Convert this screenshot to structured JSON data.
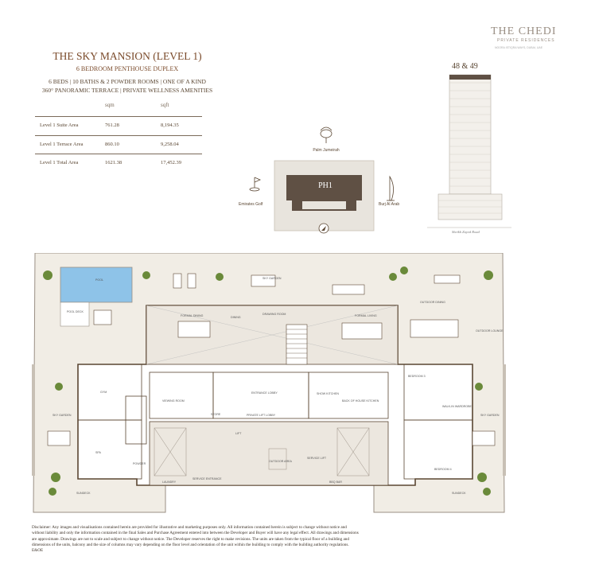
{
  "brand": {
    "name": "THE CHEDI",
    "subtitle": "PRIVATE RESIDENCES",
    "address": "NOORA ISTIQRA WAYS, DUBAI, UAE"
  },
  "heading": {
    "title": "THE SKY MANSION (LEVEL 1)",
    "subtitle": "6 BEDROOM PENTHOUSE DUPLEX",
    "features_line1": "6 BEDS  |  10 BATHS & 2 POWDER ROOMS  |  ONE OF A KIND",
    "features_line2": "360° PANORAMIC TERRACE  |  PRIVATE WELLNESS AMENITIES"
  },
  "area_table": {
    "col_sqm": "sqm",
    "col_sqft": "sqft",
    "rows": [
      {
        "label": "Level 1  Suite Area",
        "sqm": "761.28",
        "sqft": "8,194.35"
      },
      {
        "label": "Level 1  Terrace Area",
        "sqm": "860.10",
        "sqft": "9,258.04"
      },
      {
        "label": "Level 1  Total Area",
        "sqm": "1621.38",
        "sqft": "17,452.39"
      }
    ]
  },
  "key_plan": {
    "unit_label": "PH1",
    "north_landmark": "Palm Jumeirah",
    "west_landmark": "Emirates Golf",
    "east_landmark": "Burj Al Arab"
  },
  "building": {
    "floors": "48 & 49",
    "road": "Sheikh Zayed Road"
  },
  "plan_labels": {
    "pool": "POOL",
    "pool_deck": "POOL DECK",
    "formal_dining": "FORMAL DINING",
    "dining": "DINING",
    "drawing_room": "DRAWING ROOM",
    "formal_living": "FORMAL LIVING",
    "outdoor_dining": "OUTDOOR DINING",
    "gym": "GYM",
    "spa": "SPA",
    "viewing_room": "VIEWING ROOM",
    "entrance_lobby": "ENTRANCE LOBBY",
    "private_lift_lobby": "PRIVATE LIFT LOBBY",
    "show_kitchen": "SHOW KITCHEN",
    "back_of_house_kitchen": "BACK OF HOUSE KITCHEN",
    "bedroom_3": "BEDROOM 3",
    "bedroom_4": "BEDROOM 4",
    "walk_in_wardrobe": "WALK-IN WARDROBE",
    "laundry": "LAUNDRY",
    "store": "STORE",
    "powder": "POWDER",
    "lift": "LIFT",
    "service_lift": "SERVICE LIFT",
    "service_entrance": "SERVICE ENTRANCE",
    "bbq_bar": "BBQ BAR",
    "sky_garden_left": "SKY GARDEN",
    "sky_garden_right": "SKY GARDEN",
    "sky_garden_top": "SKY GARDEN",
    "outdoor_lounge": "OUTDOOR LOUNGE",
    "sundeck_left": "SUNDECK",
    "sundeck_right": "SUNDECK",
    "outdoor_area": "OUTDOOR AREA"
  },
  "disclaimer": "Disclaimer: Any images and visualisations contained herein are provided for illustrative and marketing purposes only. All information contained herein is subject to change without notice and without liability and only the information contained in the final Sales and Purchase Agreement entered into between the Developer and Buyer will have any legal effect. All drawings and dimensions are approximate. Drawings are not to scale and subject to change without notice. The Developer reserves the right to make revisions. The units are taken from the typical floor of a building and dimensions of the units, balcony and the size of columns may vary depending on the floor level and orientation of the unit within the building to comply with the building authority regulations. E&OE"
}
